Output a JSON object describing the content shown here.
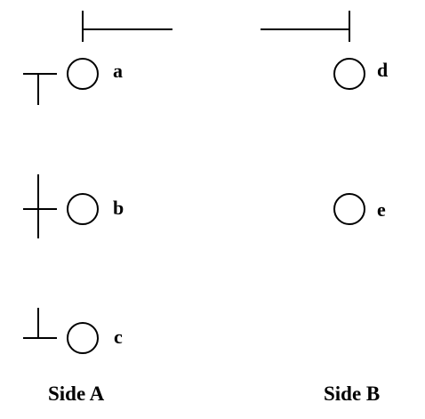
{
  "diagram": {
    "stroke_color": "#000000",
    "nodes": [
      {
        "id": "a",
        "label": "a",
        "side": "A",
        "glyph": "tee-down-icon"
      },
      {
        "id": "b",
        "label": "b",
        "side": "A",
        "glyph": "cross-icon"
      },
      {
        "id": "c",
        "label": "c",
        "side": "A",
        "glyph": "tee-up-icon"
      },
      {
        "id": "d",
        "label": "d",
        "side": "B"
      },
      {
        "id": "e",
        "label": "e",
        "side": "B"
      }
    ],
    "sides": [
      {
        "id": "A",
        "label": "Side A"
      },
      {
        "id": "B",
        "label": "Side B"
      }
    ]
  }
}
